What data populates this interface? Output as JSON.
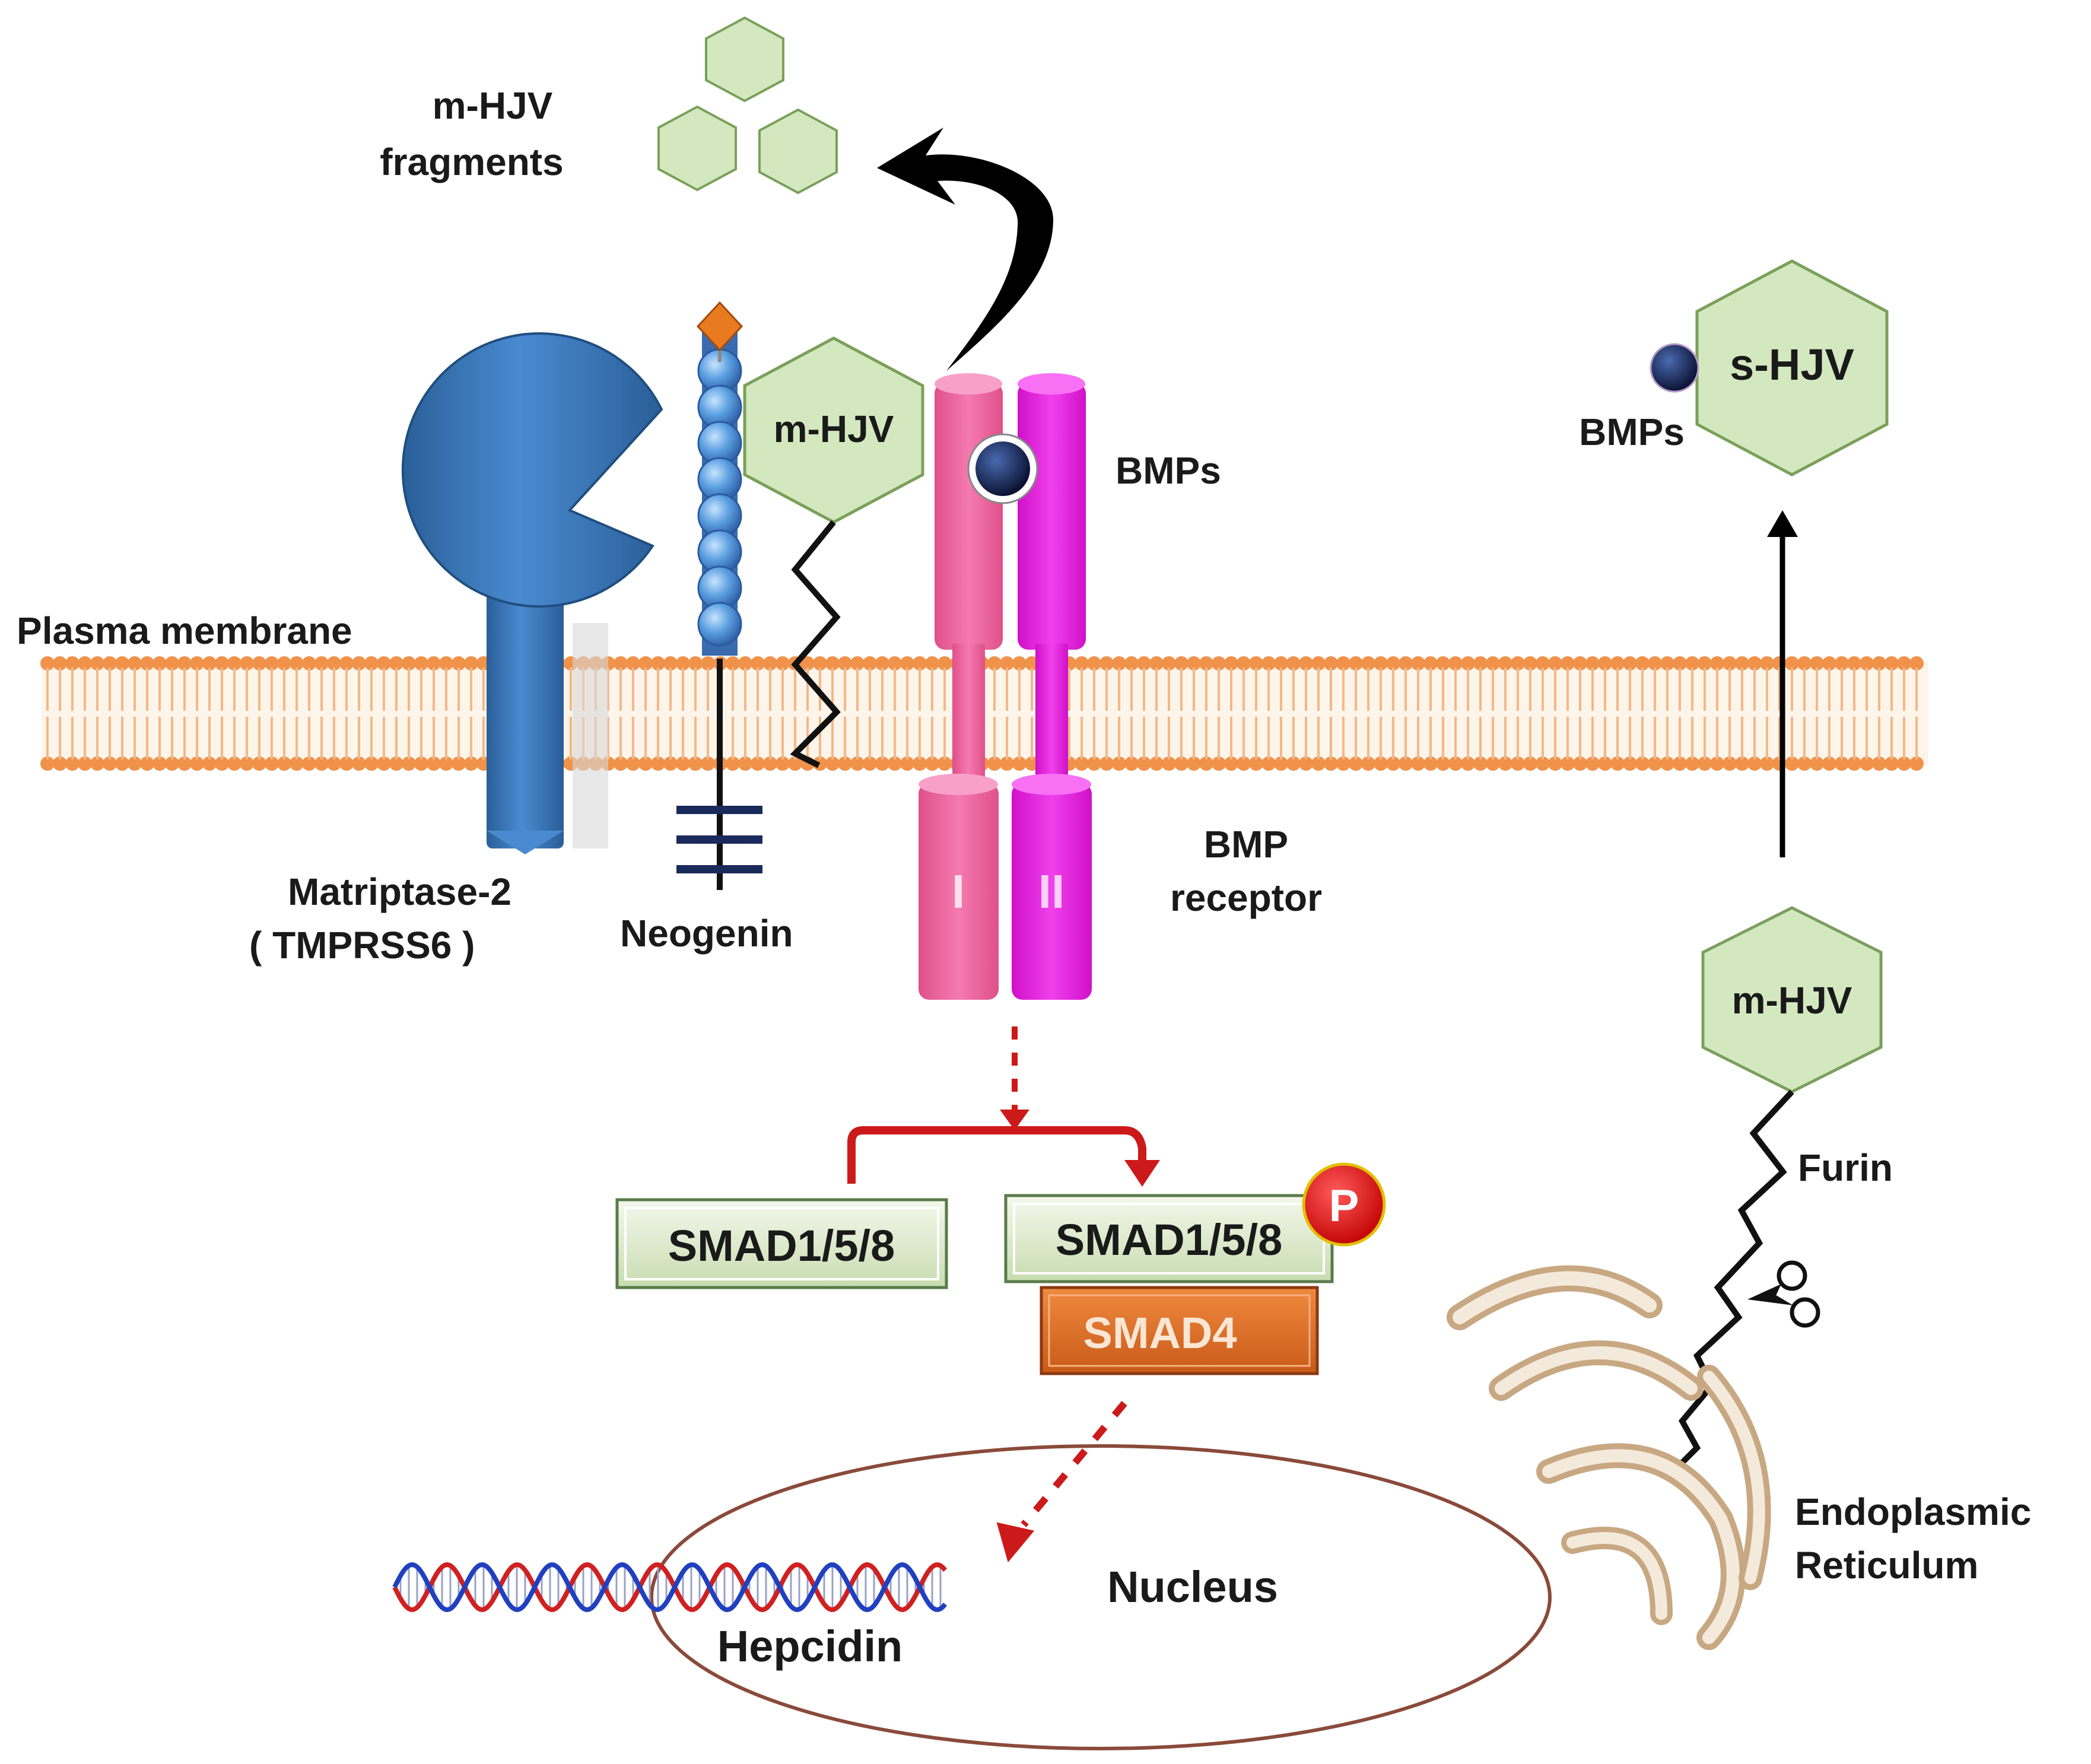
{
  "labels": {
    "mhjv_fragments_line1": "m-HJV",
    "mhjv_fragments_line2": "fragments",
    "mhjv_membrane": "m-HJV",
    "bmps_receptor": "BMPs",
    "plasma_membrane": "Plasma membrane",
    "matriptase_line1": "Matriptase-2",
    "matriptase_line2": "( TMPRSS6 )",
    "neogenin": "Neogenin",
    "receptor_type1": "I",
    "receptor_type2": "II",
    "bmp_receptor_line1": "BMP",
    "bmp_receptor_line2": "receptor",
    "shjv": "s-HJV",
    "bmps_free": "BMPs",
    "mhjv_er": "m-HJV",
    "furin": "Furin",
    "smad_unphos": "SMAD1/5/8",
    "smad_phos": "SMAD1/5/8",
    "phospho": "P",
    "smad4": "SMAD4",
    "nucleus": "Nucleus",
    "hepcidin": "Hepcidin",
    "er_line1": "Endoplasmic",
    "er_line2": "Reticulum"
  },
  "icons": {
    "scissors": "scissors-icon"
  },
  "colors": {
    "hexagon_fill": "#d4e8c0",
    "hexagon_stroke": "#7aa05a",
    "membrane": "#f0924a",
    "matriptase": "#3a78b8",
    "receptor_type1": "#f06aa0",
    "receptor_type2": "#f020e0",
    "bmp_ligand": "#0d1a4a",
    "signal_arrow": "#cc1a1a",
    "smad4": "#e0702a",
    "nucleus": "#8a4a3a",
    "er": "#d4b898",
    "neogenin_bead": "#5a9ee0",
    "dna_red": "#d02020",
    "dna_blue": "#2040c0"
  }
}
